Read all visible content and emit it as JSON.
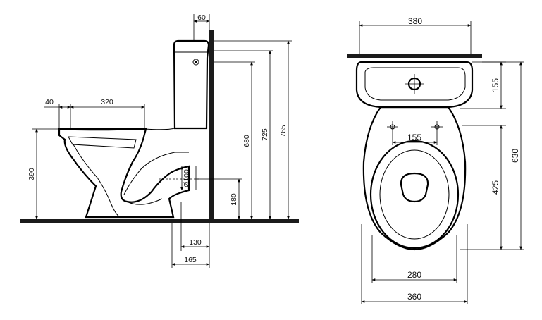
{
  "side_view": {
    "tank_offset": "60",
    "seat_offset": "40",
    "seat_depth": "320",
    "rim_height": "390",
    "outlet_diameter": "Ø100",
    "outlet_height": "180",
    "tank_height_1": "680",
    "tank_height_2": "725",
    "tank_height_3": "765",
    "outlet_distance_1": "130",
    "outlet_distance_2": "165"
  },
  "top_view": {
    "tank_width": "380",
    "tank_depth": "155",
    "hole_spacing": "155",
    "bowl_length": "425",
    "overall_length": "630",
    "base_width": "280",
    "bowl_width": "360"
  },
  "colors": {
    "line": "#000000",
    "ground": "#1b1b1b",
    "background": "#ffffff"
  }
}
